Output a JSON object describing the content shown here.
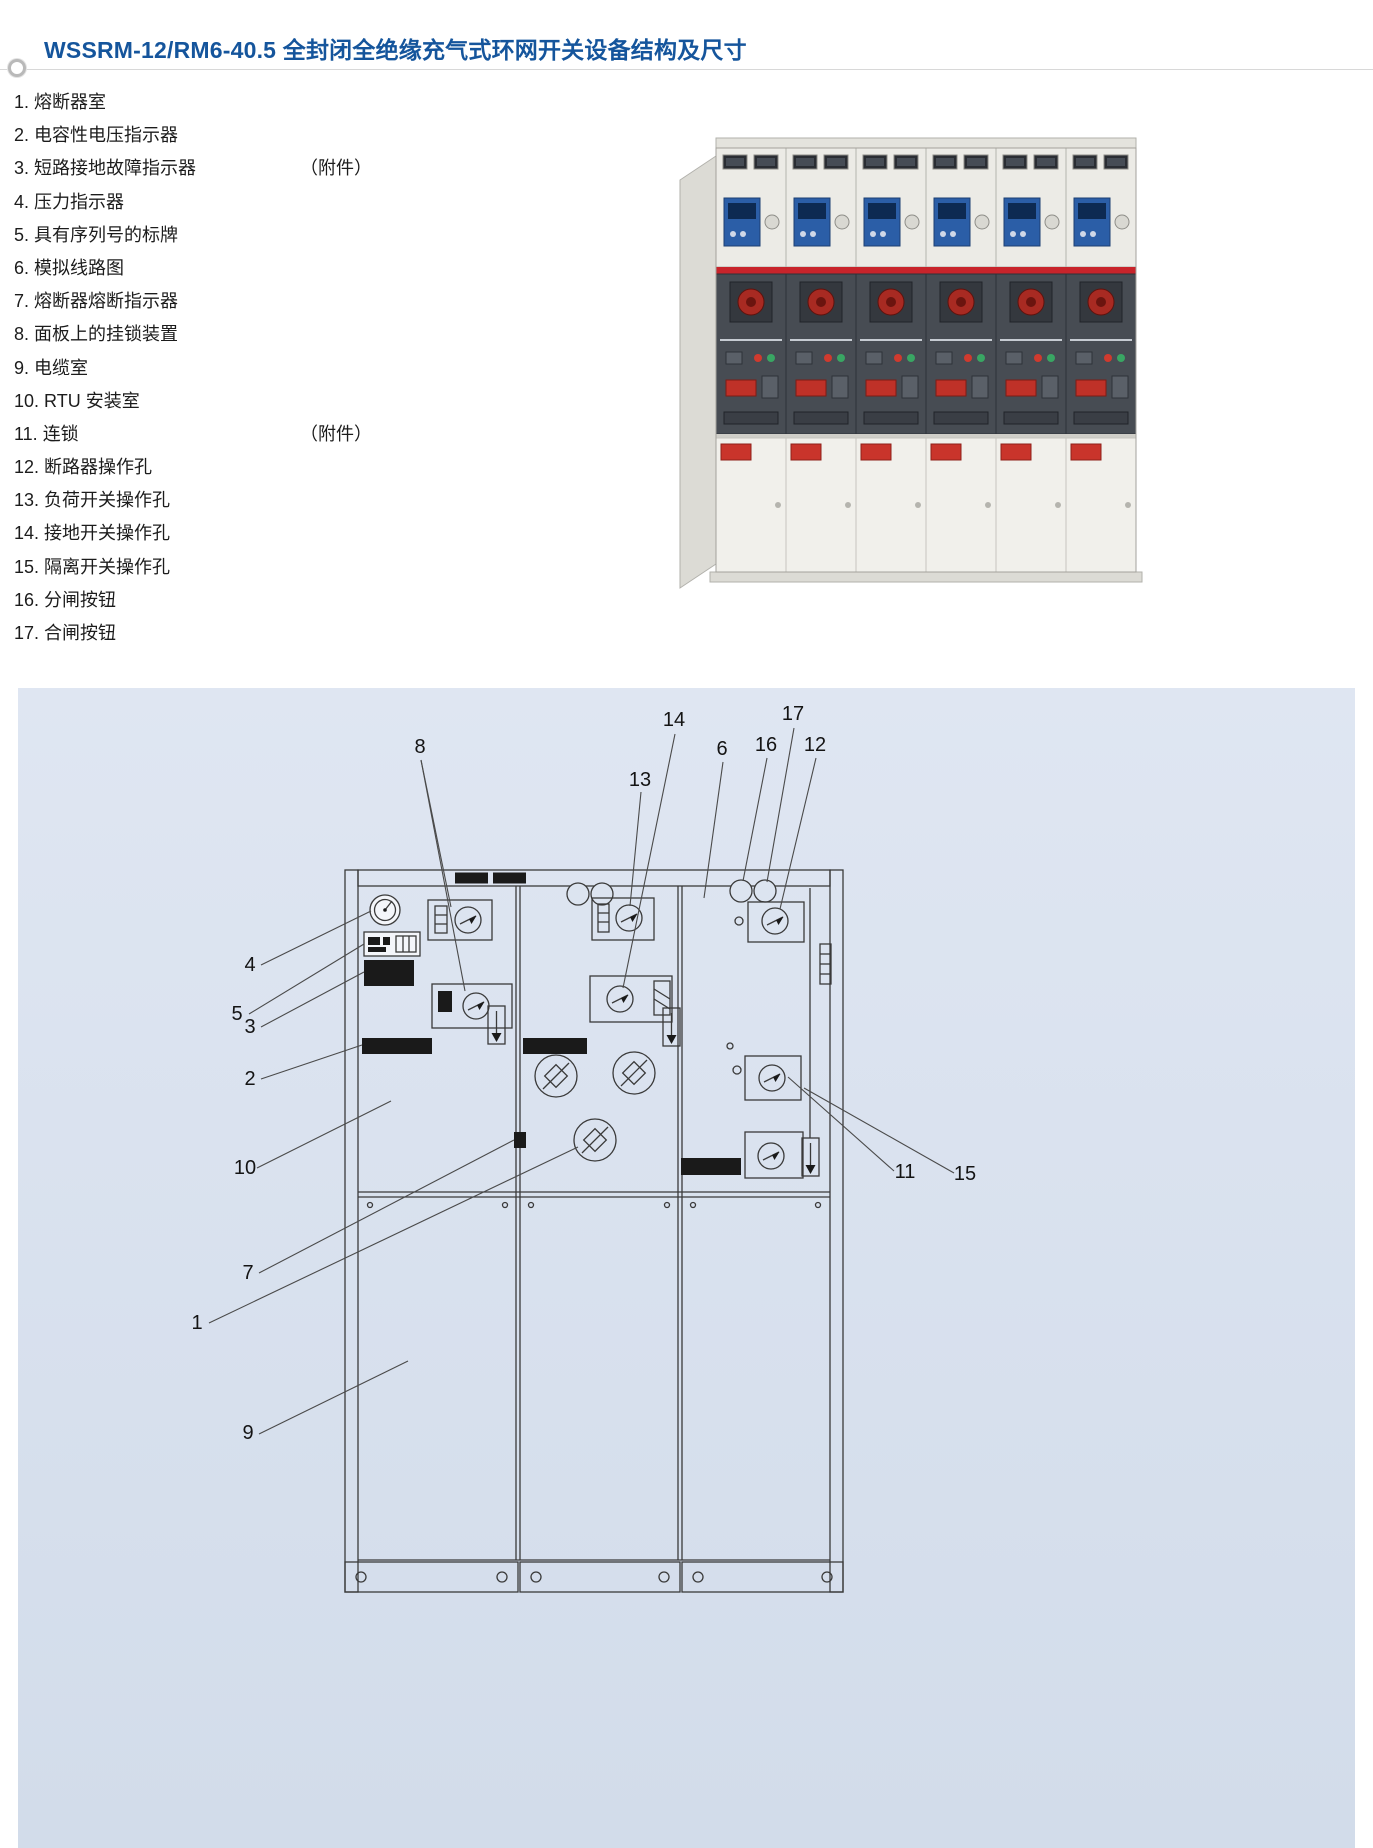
{
  "page": {
    "title": "WSSRM-12/RM6-40.5 全封闭全绝缘充气式环网开关设备结构及尺寸"
  },
  "parts": {
    "items": [
      {
        "text": "1. 熔断器室",
        "note": ""
      },
      {
        "text": "2. 电容性电压指示器",
        "note": ""
      },
      {
        "text": "3. 短路接地故障指示器",
        "note": "（附件）"
      },
      {
        "text": "4. 压力指示器",
        "note": ""
      },
      {
        "text": "5. 具有序列号的标牌",
        "note": ""
      },
      {
        "text": "6. 模拟线路图",
        "note": ""
      },
      {
        "text": "7. 熔断器熔断指示器",
        "note": ""
      },
      {
        "text": "8. 面板上的挂锁装置",
        "note": ""
      },
      {
        "text": "9. 电缆室",
        "note": ""
      },
      {
        "text": "10. RTU 安装室",
        "note": ""
      },
      {
        "text": "11. 连锁",
        "note": "（附件）"
      },
      {
        "text": "12. 断路器操作孔",
        "note": ""
      },
      {
        "text": "13. 负荷开关操作孔",
        "note": ""
      },
      {
        "text": "14. 接地开关操作孔",
        "note": ""
      },
      {
        "text": "15. 隔离开关操作孔",
        "note": ""
      },
      {
        "text": "16. 分闸按钮",
        "note": ""
      },
      {
        "text": "17. 合闸按钮",
        "note": ""
      }
    ]
  },
  "diagram": {
    "callouts": [
      "1",
      "2",
      "3",
      "4",
      "5",
      "6",
      "7",
      "8",
      "9",
      "10",
      "11",
      "12",
      "13",
      "14",
      "15",
      "16",
      "17"
    ]
  },
  "colors": {
    "title_blue": "#15559c",
    "panel_blue": "#d9e2ee",
    "accent_red": "#c8242b",
    "display_blue": "#2b5ea7"
  }
}
